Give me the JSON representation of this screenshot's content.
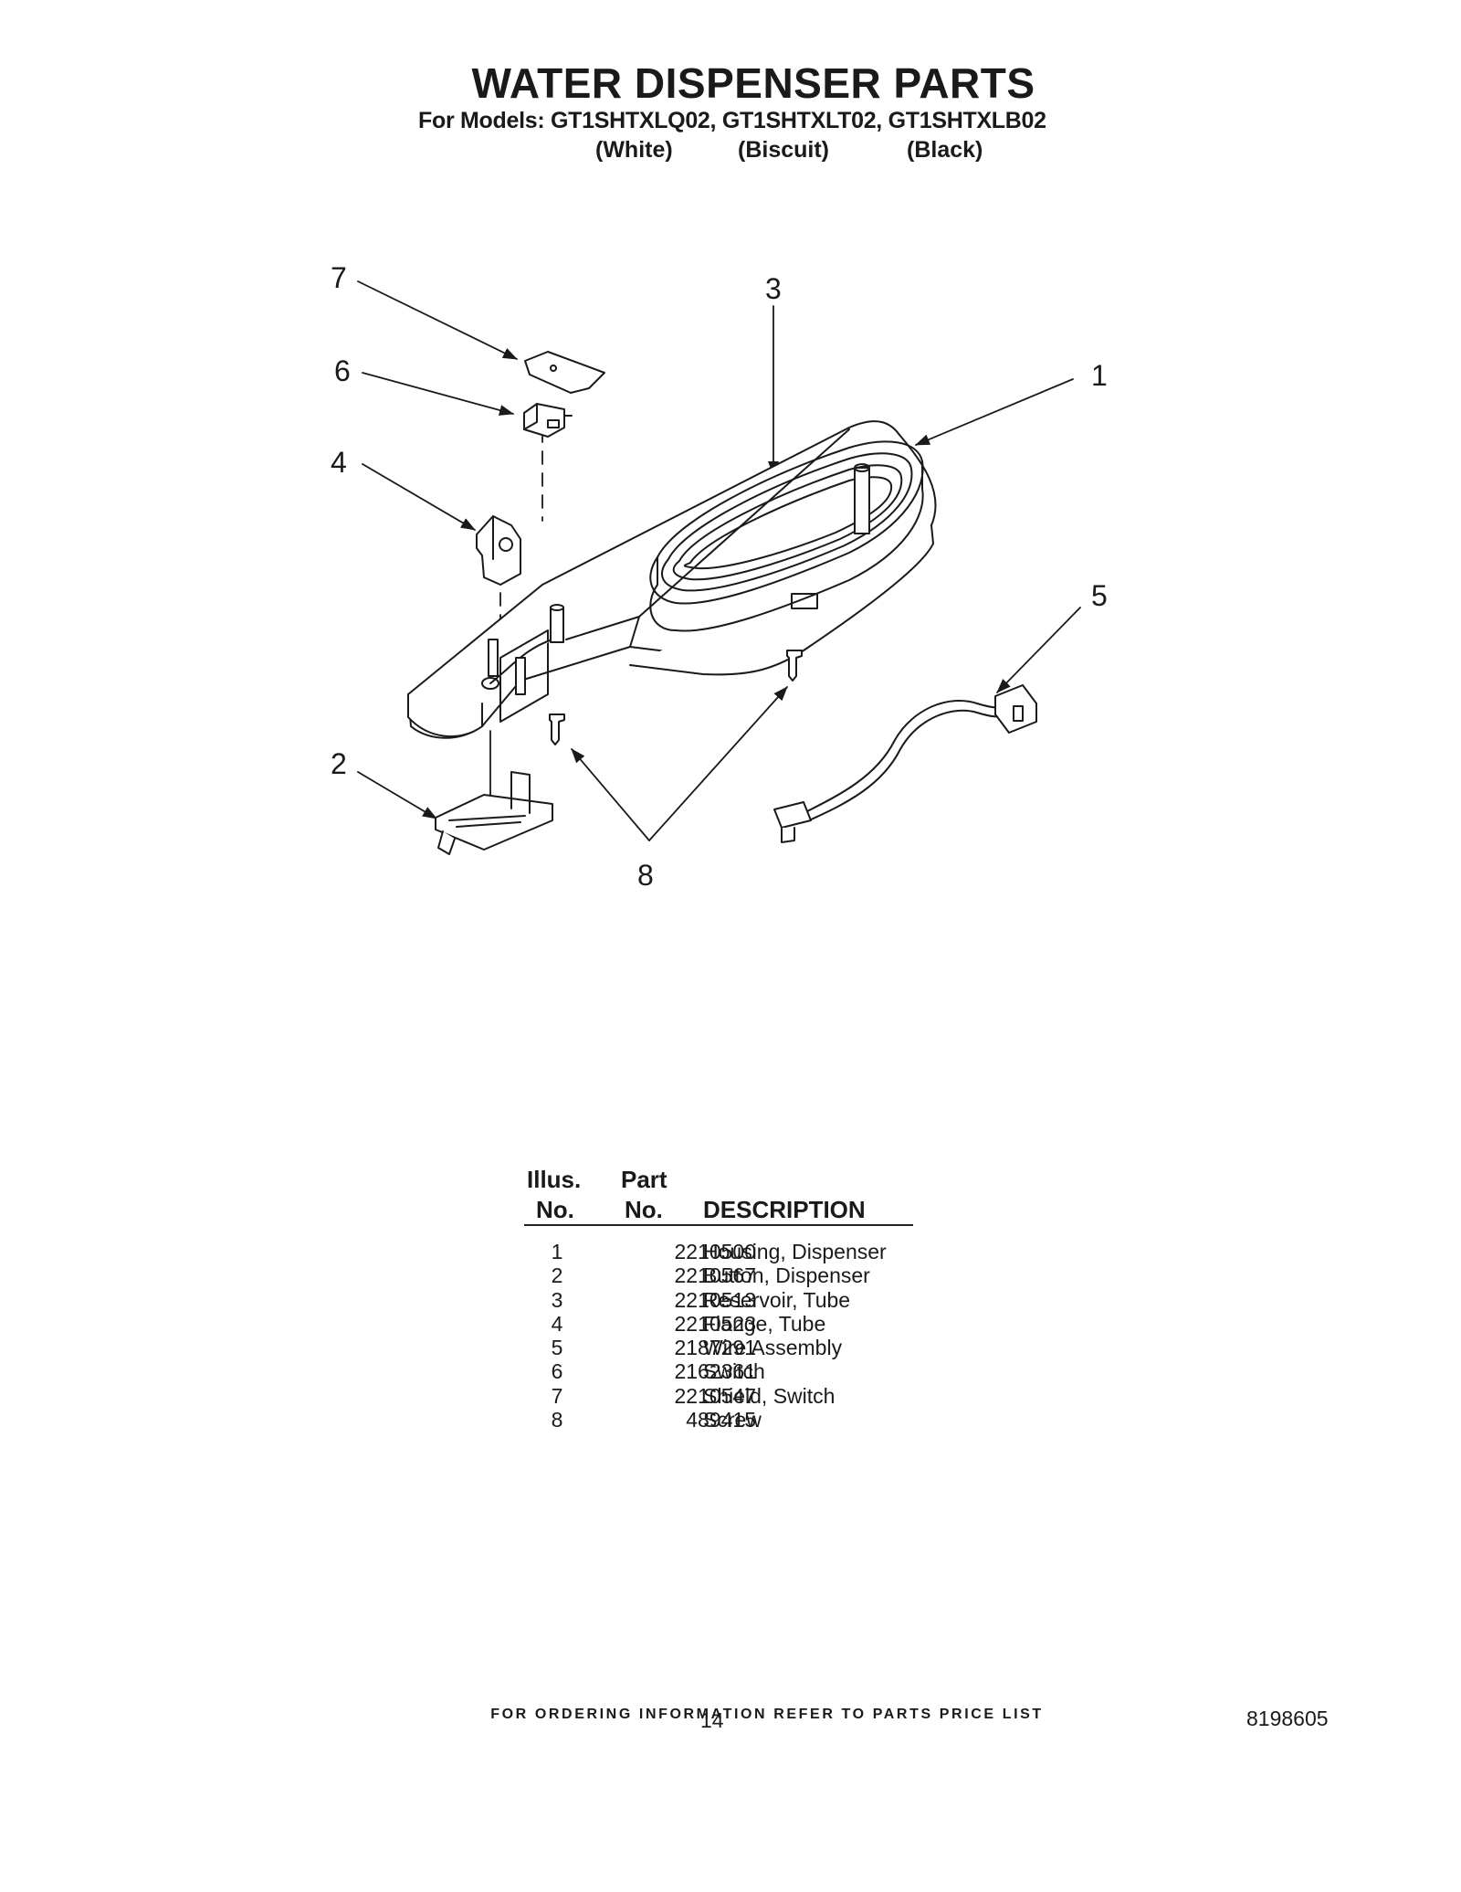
{
  "header": {
    "title": "WATER DISPENSER PARTS",
    "models_line": "For Models: GT1SHTXLQ02, GT1SHTXLT02, GT1SHTXLB02",
    "colors": [
      "(White)",
      "(Biscuit)",
      "(Black)"
    ]
  },
  "diagram": {
    "callouts": [
      "1",
      "2",
      "3",
      "4",
      "5",
      "6",
      "7",
      "8"
    ]
  },
  "parts_table": {
    "headers": {
      "illus_line1": "Illus.",
      "illus_line2": "No.",
      "part_line1": "Part",
      "part_line2": "No.",
      "description": "DESCRIPTION"
    },
    "rows": [
      {
        "illus_no": "1",
        "part_no": "2210500",
        "description": "Housing, Dispenser"
      },
      {
        "illus_no": "2",
        "part_no": "2210567",
        "description": "Button, Dispenser"
      },
      {
        "illus_no": "3",
        "part_no": "2210513",
        "description": "Reservoir, Tube"
      },
      {
        "illus_no": "4",
        "part_no": "2210523",
        "description": "Flange, Tube"
      },
      {
        "illus_no": "5",
        "part_no": "2187291",
        "description": "Wire Assembly"
      },
      {
        "illus_no": "6",
        "part_no": "2162361",
        "description": "Switch"
      },
      {
        "illus_no": "7",
        "part_no": "2210547",
        "description": "Shield, Switch"
      },
      {
        "illus_no": "8",
        "part_no": "489415",
        "description": "Screw"
      }
    ]
  },
  "footer": {
    "ordering_note": "FOR ORDERING INFORMATION REFER TO PARTS PRICE LIST",
    "page_number": "14",
    "document_number": "8198605"
  }
}
